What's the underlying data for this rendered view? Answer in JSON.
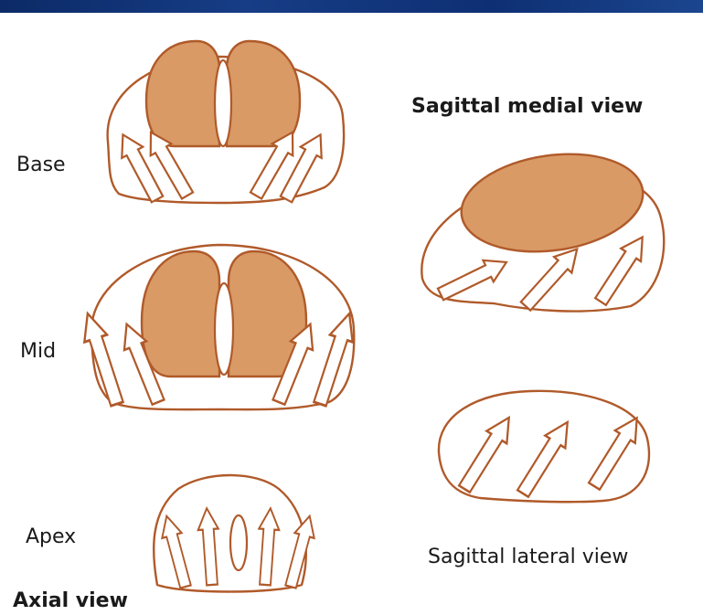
{
  "labels": {
    "base": "Base",
    "mid": "Mid",
    "apex": "Apex",
    "axial_view": "Axial view",
    "sagittal_medial_view": "Sagittal medial view",
    "sagittal_lateral_view": "Sagittal lateral view"
  },
  "colors": {
    "outline": "#b05a2a",
    "fill": "#d99a66",
    "header": "#173d86"
  }
}
